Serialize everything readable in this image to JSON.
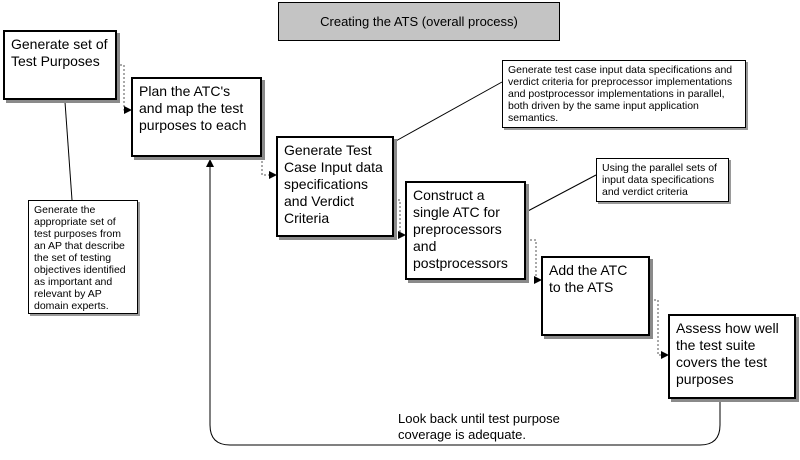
{
  "title": "Creating the ATS  (overall process)",
  "steps": [
    {
      "text": "Generate set of Test Purposes"
    },
    {
      "text": "Plan the ATC's and map the test purposes to each"
    },
    {
      "text": "Generate Test Case Input data specifications and Verdict Criteria"
    },
    {
      "text": "Construct a single ATC for preprocessors and postprocessors"
    },
    {
      "text": "Add the ATC to the ATS"
    },
    {
      "text": "Assess how well the test suite covers the test purposes"
    }
  ],
  "notes": [
    {
      "text": "Generate the appropriate set of test purposes from an AP that describe the set of testing objectives identified as important and relevant by AP domain experts."
    },
    {
      "text": "Generate test case input data specifications and verdict criteria for preprocessor implementations and postprocessor implementations in parallel, both driven by the same input application semantics."
    },
    {
      "text": "Using the parallel sets of input data specifications and verdict criteria"
    }
  ],
  "loop_label": "Look back until test purpose coverage is adequate."
}
